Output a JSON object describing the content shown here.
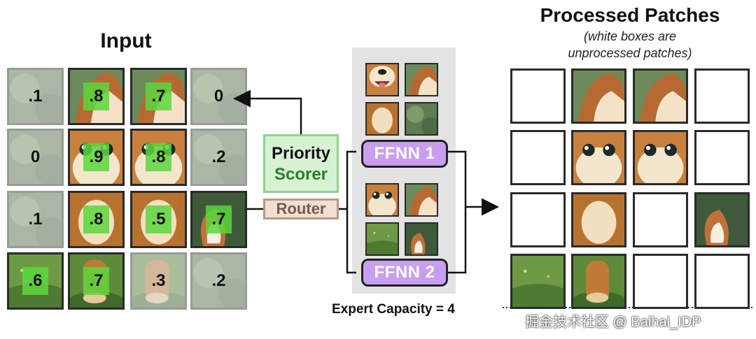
{
  "input": {
    "title": "Input",
    "scores": [
      [
        ".1",
        ".8",
        ".7",
        "0"
      ],
      [
        "0",
        ".9",
        ".8",
        ".2"
      ],
      [
        ".1",
        ".8",
        ".5",
        ".7"
      ],
      [
        ".6",
        ".7",
        ".3",
        ".2"
      ]
    ]
  },
  "router": {
    "priority_line1": "Priority",
    "priority_line2": "Scorer",
    "router_label": "Router"
  },
  "experts": [
    {
      "label": "FFNN 1"
    },
    {
      "label": "FFNN 2"
    }
  ],
  "capacity_label": "Expert Capacity = 4",
  "output": {
    "title": "Processed Patches",
    "subtitle_line1": "(white boxes are",
    "subtitle_line2": "unprocessed patches)"
  },
  "watermark": "掘金技术社区 @ Baihai_IDP",
  "colors": {
    "highlight": "#5ad73c",
    "ffnn": "#c89ef0",
    "scorer_bg": "#d6f2d3",
    "router_bg": "#f2dfd3",
    "panel": "#e3e3e3"
  }
}
